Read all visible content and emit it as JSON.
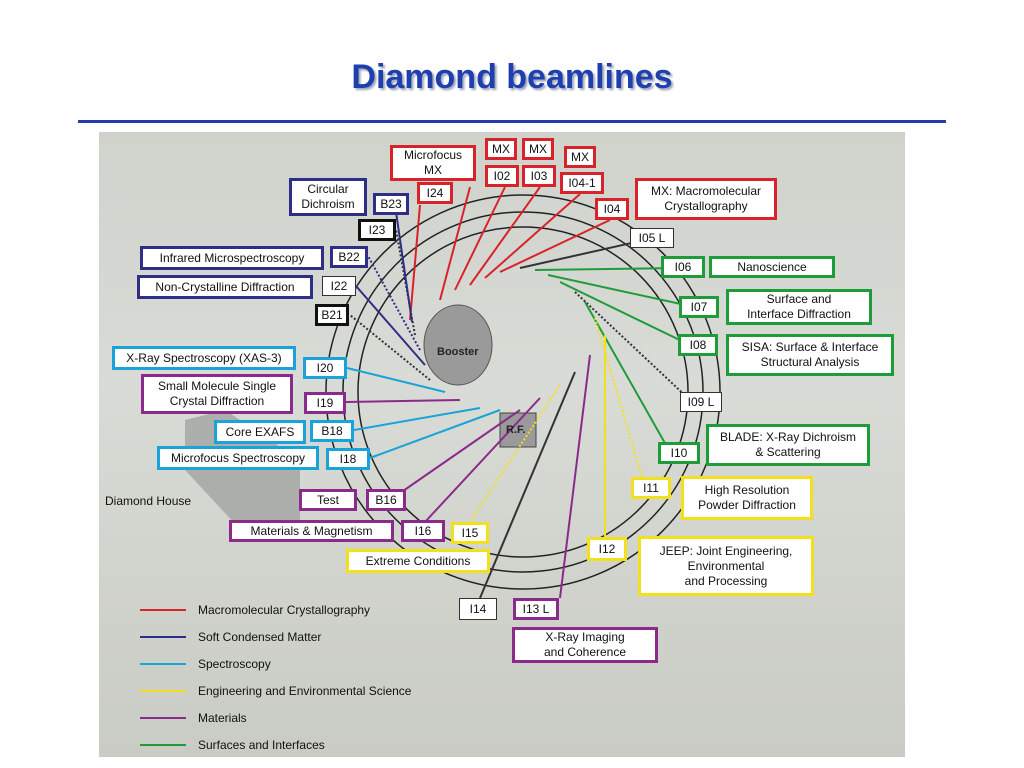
{
  "title": "Diamond beamlines",
  "colors": {
    "mx": "#d8232a",
    "scm": "#2e2e86",
    "spectroscopy": "#1aa3d9",
    "engineering": "#f2e01c",
    "materials": "#8a2a8a",
    "surfaces": "#1f9c3a"
  },
  "center": {
    "booster": "Booster",
    "rf": "R.F."
  },
  "diamond_house": "Diamond House",
  "beamlines": {
    "mx1": "MX",
    "mx2": "MX",
    "mx3": "MX",
    "i02": "I02",
    "i03": "I03",
    "i04_1": "I04-1",
    "i04": "I04",
    "i24": "I24",
    "b23": "B23",
    "i23": "I23",
    "b22": "B22",
    "i22": "I22",
    "b21": "B21",
    "i05": "I05 L",
    "i06": "I06",
    "i07": "I07",
    "i08": "I08",
    "i09": "I09 L",
    "i10": "I10",
    "i11": "I11",
    "i12": "I12",
    "i13": "I13 L",
    "i14": "I14",
    "i15": "I15",
    "i16": "I16",
    "b16": "B16",
    "i18": "I18",
    "b18": "B18",
    "i19": "I19",
    "i20": "I20"
  },
  "descriptions": {
    "microfocus_mx": "Microfocus\nMX",
    "circular_dichroism": "Circular\nDichroism",
    "mx_macro": "MX: Macromolecular\nCrystallography",
    "infrared": "Infrared Microspectroscopy",
    "non_crystalline": "Non-Crystalline Diffraction",
    "xas": "X-Ray Spectroscopy (XAS-3)",
    "small_molecule": "Small Molecule Single\nCrystal Diffraction",
    "core_exafs": "Core EXAFS",
    "microfocus_spec": "Microfocus Spectroscopy",
    "test": "Test",
    "materials_magnetism": "Materials & Magnetism",
    "extreme_conditions": "Extreme Conditions",
    "nanoscience": "Nanoscience",
    "surface_interface": "Surface and\nInterface Diffraction",
    "sisa": "SISA: Surface & Interface\nStructural Analysis",
    "blade": "BLADE: X-Ray Dichroism\n& Scattering",
    "hrpd": "High Resolution\nPowder Diffraction",
    "jeep": "JEEP: Joint Engineering,\nEnvironmental\nand Processing",
    "xray_imaging": "X-Ray Imaging\nand Coherence"
  },
  "legend": [
    {
      "label": "Macromolecular Crystallography",
      "color": "#d8232a"
    },
    {
      "label": "Soft Condensed Matter",
      "color": "#2e2e86"
    },
    {
      "label": "Spectroscopy",
      "color": "#1aa3d9"
    },
    {
      "label": "Engineering and Environmental Science",
      "color": "#f2e01c"
    },
    {
      "label": "Materials",
      "color": "#8a2a8a"
    },
    {
      "label": "Surfaces and Interfaces",
      "color": "#1f9c3a"
    }
  ]
}
